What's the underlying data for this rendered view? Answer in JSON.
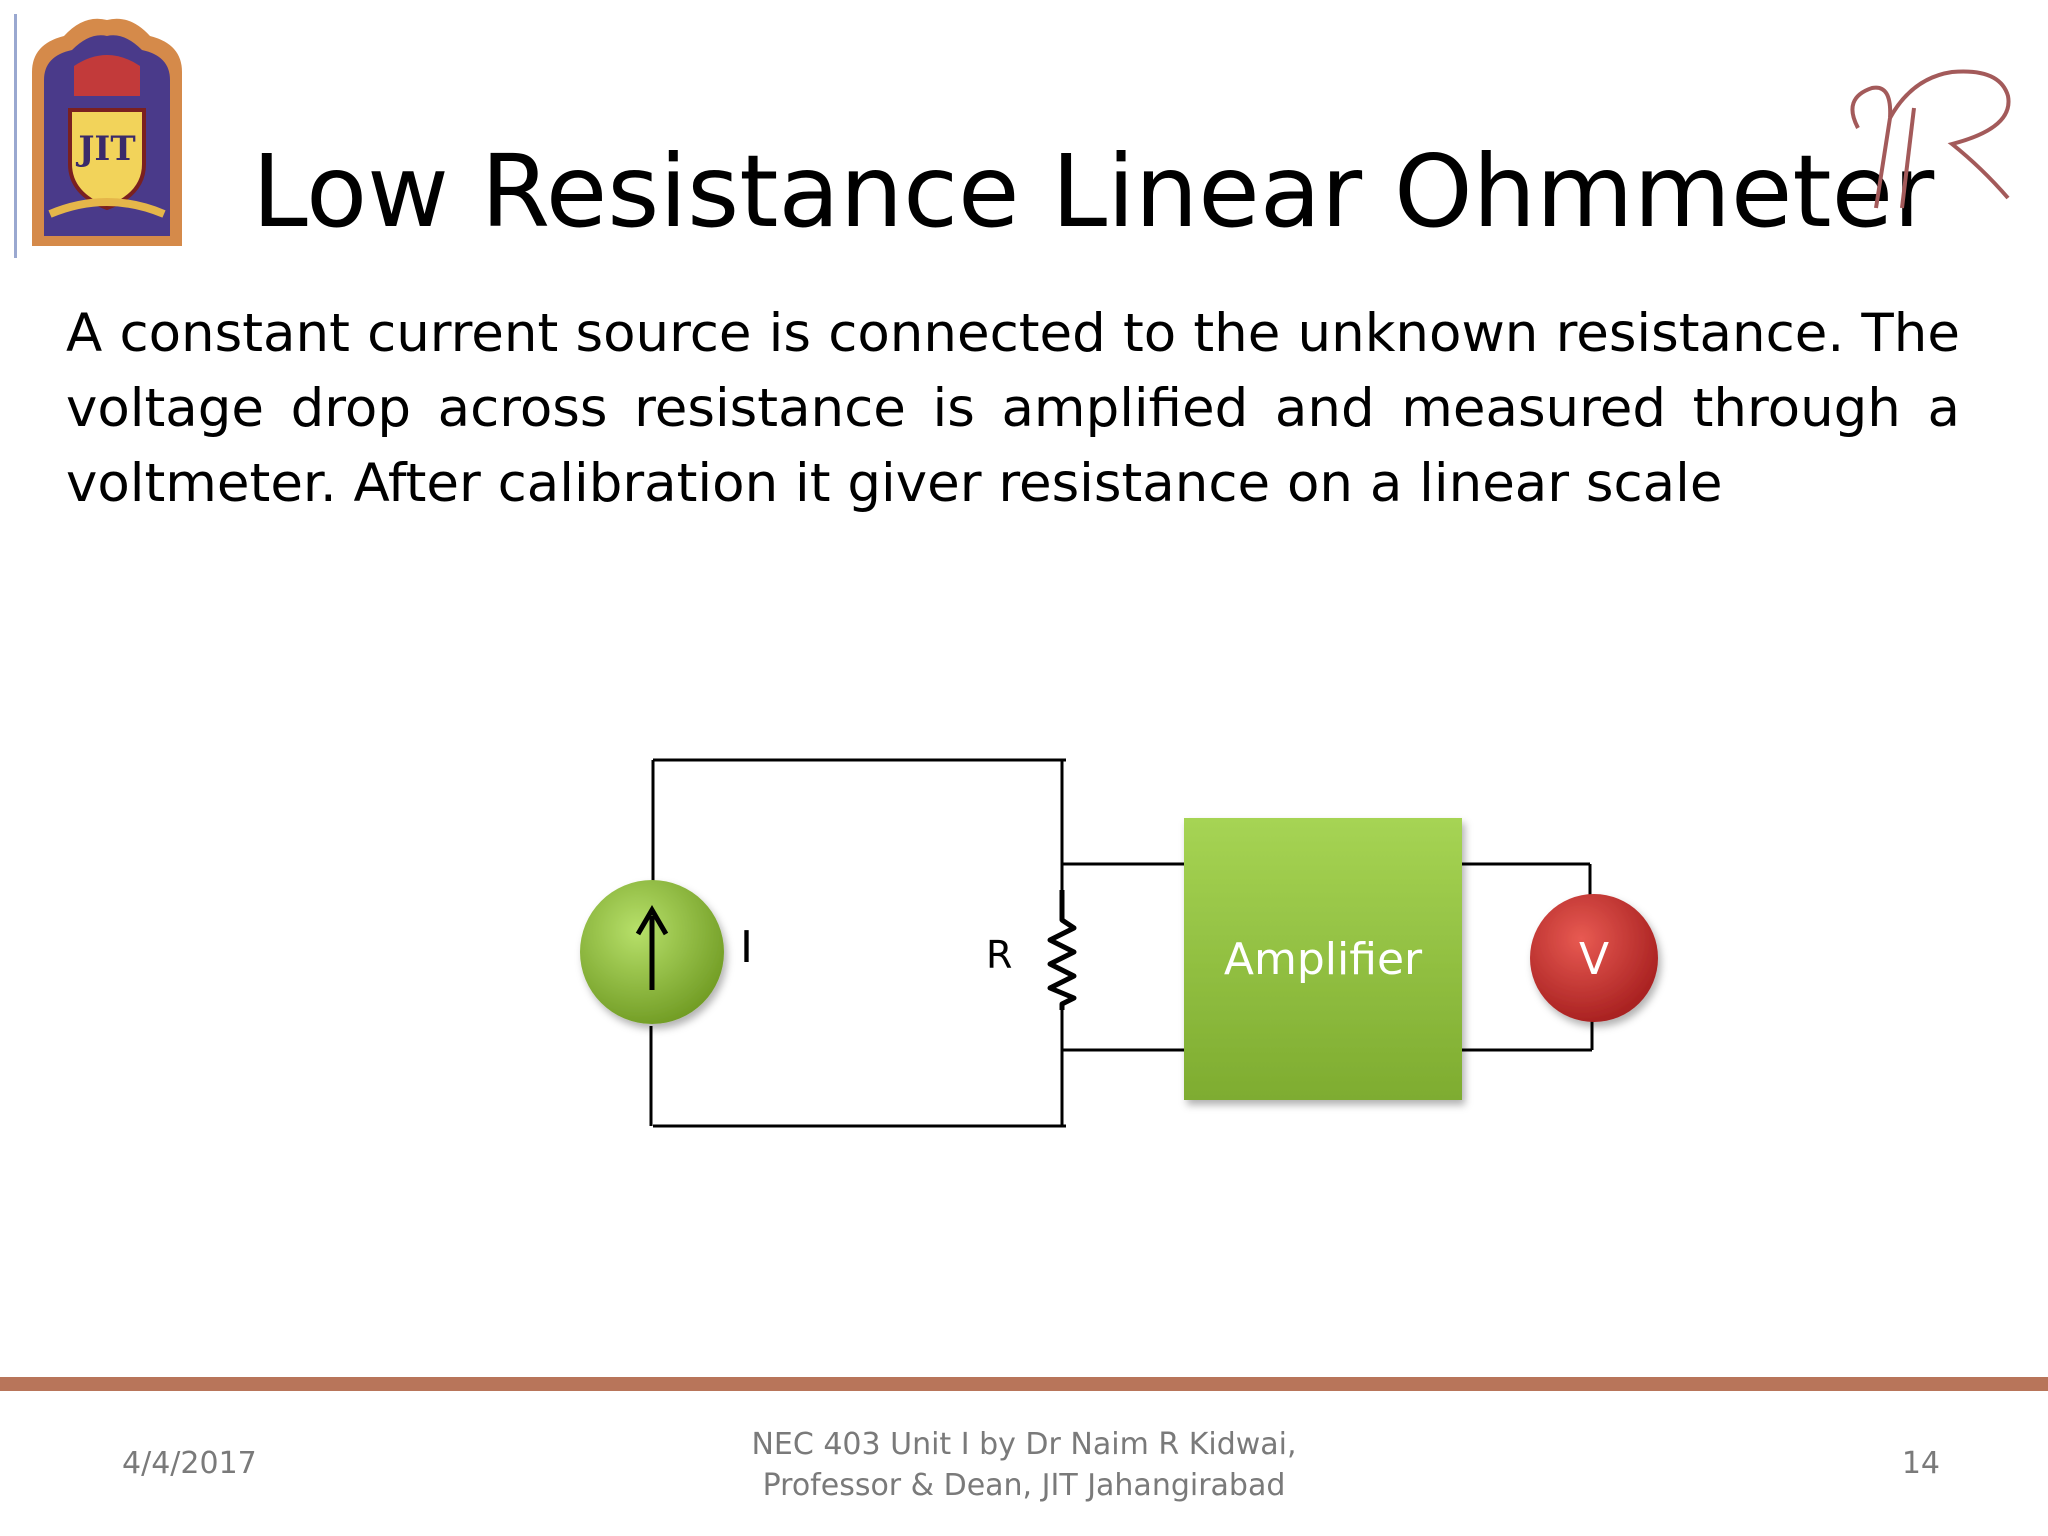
{
  "slide": {
    "title": "Low Resistance Linear Ohmmeter",
    "body": "A constant current source is connected to the unknown resistance. The voltage drop across resistance is amplified and measured through a voltmeter. After calibration it giver resistance on a linear scale"
  },
  "logo": {
    "text": "JIT"
  },
  "diagram": {
    "current_label": "I",
    "resistor_label": "R",
    "amplifier_label": "Amplifier",
    "meter_label": "V",
    "colors": {
      "source": "#8cbf3a",
      "amplifier": "#92c23e",
      "meter": "#c42a28",
      "wire": "#000000"
    }
  },
  "footer": {
    "date": "4/4/2017",
    "line1": "NEC 403 Unit I by Dr Naim R Kidwai,",
    "line2": "Professor & Dean, JIT Jahangirabad",
    "page": "14"
  },
  "colors": {
    "footer_rule": "#b8755a",
    "footer_text": "#7a7a7a"
  }
}
